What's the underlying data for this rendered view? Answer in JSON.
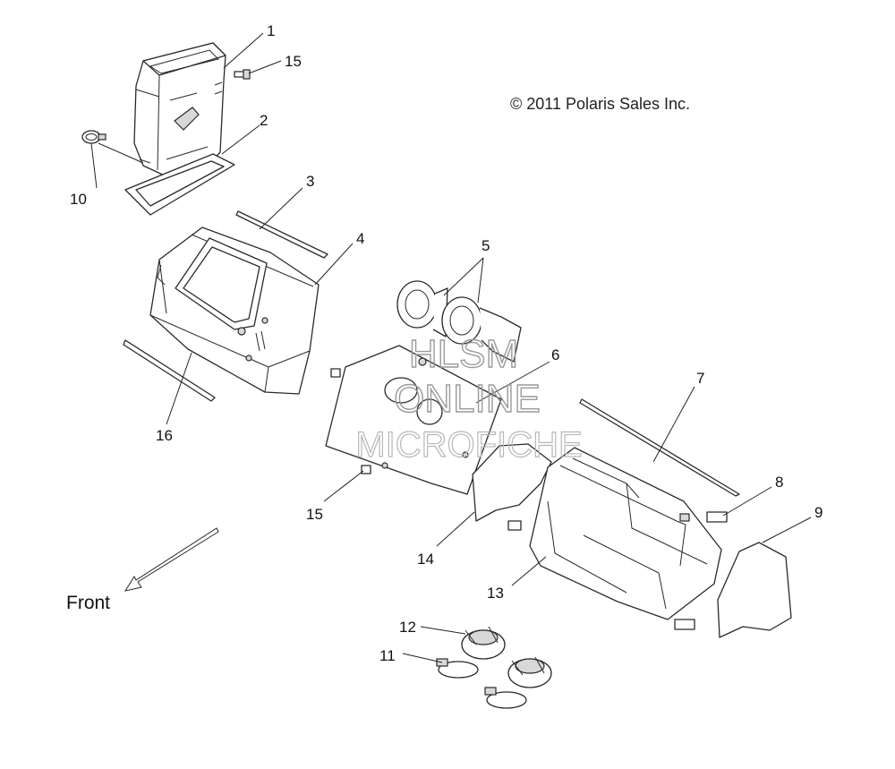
{
  "copyright": "© 2011 Polaris Sales Inc.",
  "direction_label": "Front",
  "watermark": {
    "line1": "HLSM",
    "line2": "ONLINE",
    "line3": "MICROFICHE"
  },
  "callouts": {
    "c1": "1",
    "c2": "2",
    "c3": "3",
    "c4": "4",
    "c5": "5",
    "c6": "6",
    "c7": "7",
    "c8": "8",
    "c9": "9",
    "c10": "10",
    "c11": "11",
    "c12": "12",
    "c13": "13",
    "c14": "14",
    "c15a": "15",
    "c15b": "15",
    "c16": "16"
  }
}
